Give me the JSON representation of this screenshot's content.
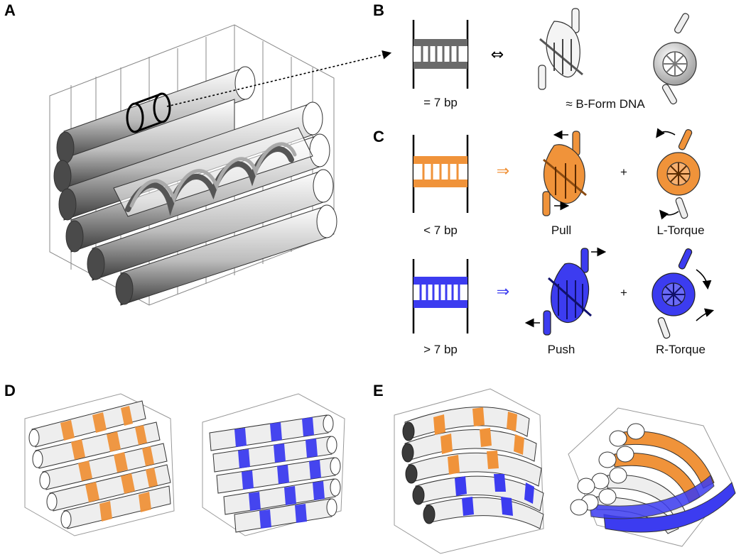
{
  "panels": {
    "a": {
      "label": "A"
    },
    "b": {
      "label": "B",
      "bp_caption": "= 7 bp",
      "equiv_symbol": "⇔",
      "dna_caption": "≈ B-Form DNA"
    },
    "c": {
      "label": "C",
      "under": {
        "bp_caption": "< 7 bp",
        "arrow": "⇒",
        "plus": "+",
        "effect_1": "Pull",
        "effect_2": "L-Torque"
      },
      "over": {
        "bp_caption": "> 7 bp",
        "arrow": "⇒",
        "plus": "+",
        "effect_1": "Push",
        "effect_2": "R-Torque"
      }
    },
    "d": {
      "label": "D"
    },
    "e": {
      "label": "E"
    }
  },
  "colors": {
    "neutral": "#6a6a6a",
    "underwound": "#f0933a",
    "overwound": "#3c3cf0"
  }
}
